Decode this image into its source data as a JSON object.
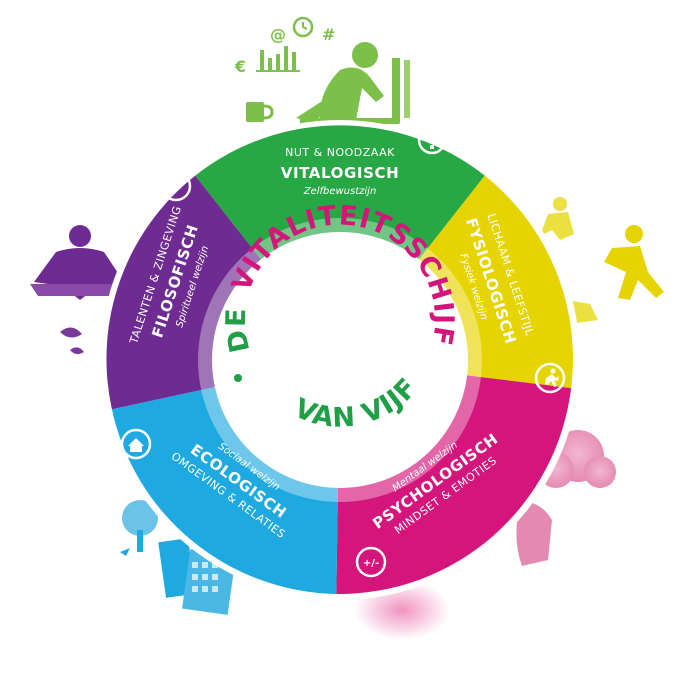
{
  "title": {
    "part1": "DE",
    "part2": "VITALITEITSSCHIJF",
    "part3": "VAN VIJF",
    "colors": {
      "de": "#1fa046",
      "vitaliteit": "#d4157b",
      "vanvijf": "#1fa046"
    }
  },
  "segments": {
    "vitalogisch": {
      "top": "NUT & NOODZAAK",
      "title": "VITALOGISCH",
      "sub": "Zelfbewustzijn",
      "color": "#27a844",
      "icon": "exclamation-icon"
    },
    "fysiologisch": {
      "top": "LICHAAM & LEEFSTIJL",
      "title": "FYSIOLOGISCH",
      "sub": "Fysiek welzijn",
      "color": "#e6d400",
      "icon": "running-person-icon"
    },
    "psychologisch": {
      "top": "Mentaal welzijn",
      "title": "PSYCHOLOGISCH",
      "sub": "MINDSET & EMOTIES",
      "color": "#d4157b",
      "icon": "plus-minus-head-icon"
    },
    "ecologisch": {
      "top": "Sociaal welzijn",
      "title": "ECOLOGISCH",
      "sub": "OMGEVING & RELATIES",
      "color": "#1fa9e1",
      "icon": "house-icon"
    },
    "filosofisch": {
      "top": "TALENTEN & ZINGEVING",
      "title": "FILOSOFISCH",
      "sub": "Spiritueel welzijn",
      "color": "#6e2b91",
      "icon": "heart-head-icon"
    }
  },
  "illustrations": {
    "thinker": {
      "symbols": [
        "€",
        "@",
        "#"
      ],
      "color": "#7cc04a"
    }
  }
}
